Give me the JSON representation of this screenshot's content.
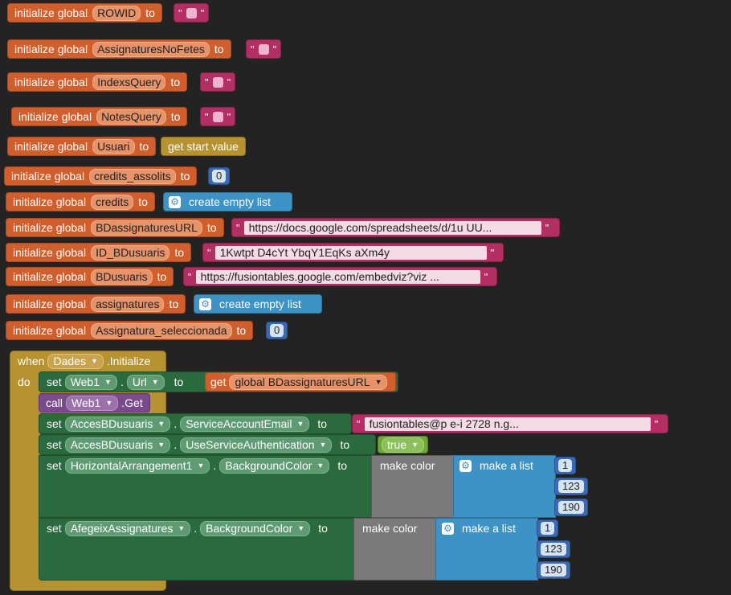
{
  "kw": {
    "init": "initialize global",
    "to": "to",
    "when": "when",
    "do": "do",
    "set": "set",
    "call": "call",
    "get": "get",
    "dot": ".",
    "q": "\""
  },
  "globals": [
    {
      "name": "ROWID"
    },
    {
      "name": "AssignaturesNoFetes"
    },
    {
      "name": "IndexsQuery"
    },
    {
      "name": "NotesQuery"
    },
    {
      "name": "Usuari",
      "value": "get start value"
    },
    {
      "name": "credits_assolits",
      "value": "0"
    },
    {
      "name": "credits",
      "value": "create empty list"
    },
    {
      "name": "BDassignaturesURL",
      "value": "https://docs.google.com/spreadsheets/d/1u           UU..."
    },
    {
      "name": "ID_BDusuaris",
      "value": "1Kwtpt          D4cYt             YbqY1EqKs          aXm4y"
    },
    {
      "name": "BDusuaris",
      "value": "https://fusiontables.google.com/embedviz?viz           ..."
    },
    {
      "name": "assignatures",
      "value": "create empty list"
    },
    {
      "name": "Assignatura_seleccionada",
      "value": "0"
    }
  ],
  "event": {
    "component": "Dades",
    "event_name": ".Initialize",
    "s1": {
      "comp": "Web1",
      "prop": "Url",
      "getvar": "global BDassignaturesURL"
    },
    "s2": {
      "comp": "Web1",
      "method": ".Get"
    },
    "s3": {
      "comp": "AccesBDusuaris",
      "prop": "ServiceAccountEmail",
      "value": "fusiontables@p         e-i               2728         n.g..."
    },
    "s4": {
      "comp": "AccesBDusuaris",
      "prop": "UseServiceAuthentication",
      "value": "true"
    },
    "s5": {
      "comp": "HorizontalArrangement1",
      "prop": "BackgroundColor"
    },
    "s6": {
      "comp": "AfegeixAssignatures",
      "prop": "BackgroundColor"
    },
    "make_color": "make color",
    "make_list": "make a list",
    "rgb": [
      "1",
      "123",
      "190"
    ]
  }
}
